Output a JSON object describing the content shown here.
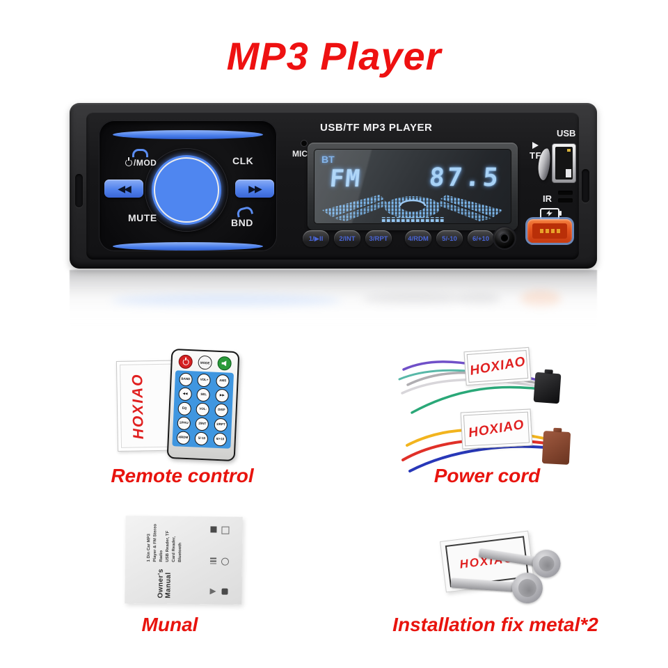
{
  "title": "MP3 Player",
  "stereo": {
    "panel_title": "USB/TF MP3 PLAYER",
    "mic_label": "MIC",
    "display": {
      "bt_badge": "BT",
      "band": "FM",
      "frequency": "87.5"
    },
    "controls": {
      "mod_label": "/MOD",
      "clk_label": "CLK",
      "mute_label": "MUTE",
      "bnd_label": "BND",
      "prev_icon": "◀◀",
      "next_icon": "▶▶"
    },
    "keypad": [
      "1/▶II",
      "2/INT",
      "3/RPT",
      "4/RDM",
      "5/-10",
      "6/+10"
    ],
    "ports": {
      "usb_label": "USB",
      "tf_label": "TF",
      "ir_label": "IR"
    }
  },
  "packages": {
    "remote": {
      "caption": "Remote control",
      "brand": "HOXIAO",
      "mode_label": "MODE",
      "rows": [
        [
          "BAND",
          "VOL+",
          "AMS"
        ],
        [
          "◀◀",
          "SEL",
          "▶▶"
        ],
        [
          "EQ",
          "VOL-",
          "DISP"
        ],
        [
          "1/PAU",
          "2/INT",
          "3/RPT"
        ],
        [
          "4/RDM",
          "5/-10",
          "6/+10"
        ]
      ]
    },
    "power": {
      "caption": "Power cord",
      "brand": "HOXIAO"
    },
    "manual": {
      "caption": "Munal",
      "title": "Owner's Manual",
      "line1": "1 Din Car MP3 Player & FM Stereo Radio",
      "line2": "USB Reader, TF Card Reader, Bluetooth"
    },
    "metal": {
      "caption": "Installation fix metal*2",
      "brand": "HOXIAO"
    }
  },
  "colors": {
    "accent_red": "#e8140e",
    "button_blue": "#5b8df2",
    "display_blue": "#a8d2f6",
    "usb_orange": "#e8541e",
    "remote_panel_blue": "#3f96e0"
  }
}
